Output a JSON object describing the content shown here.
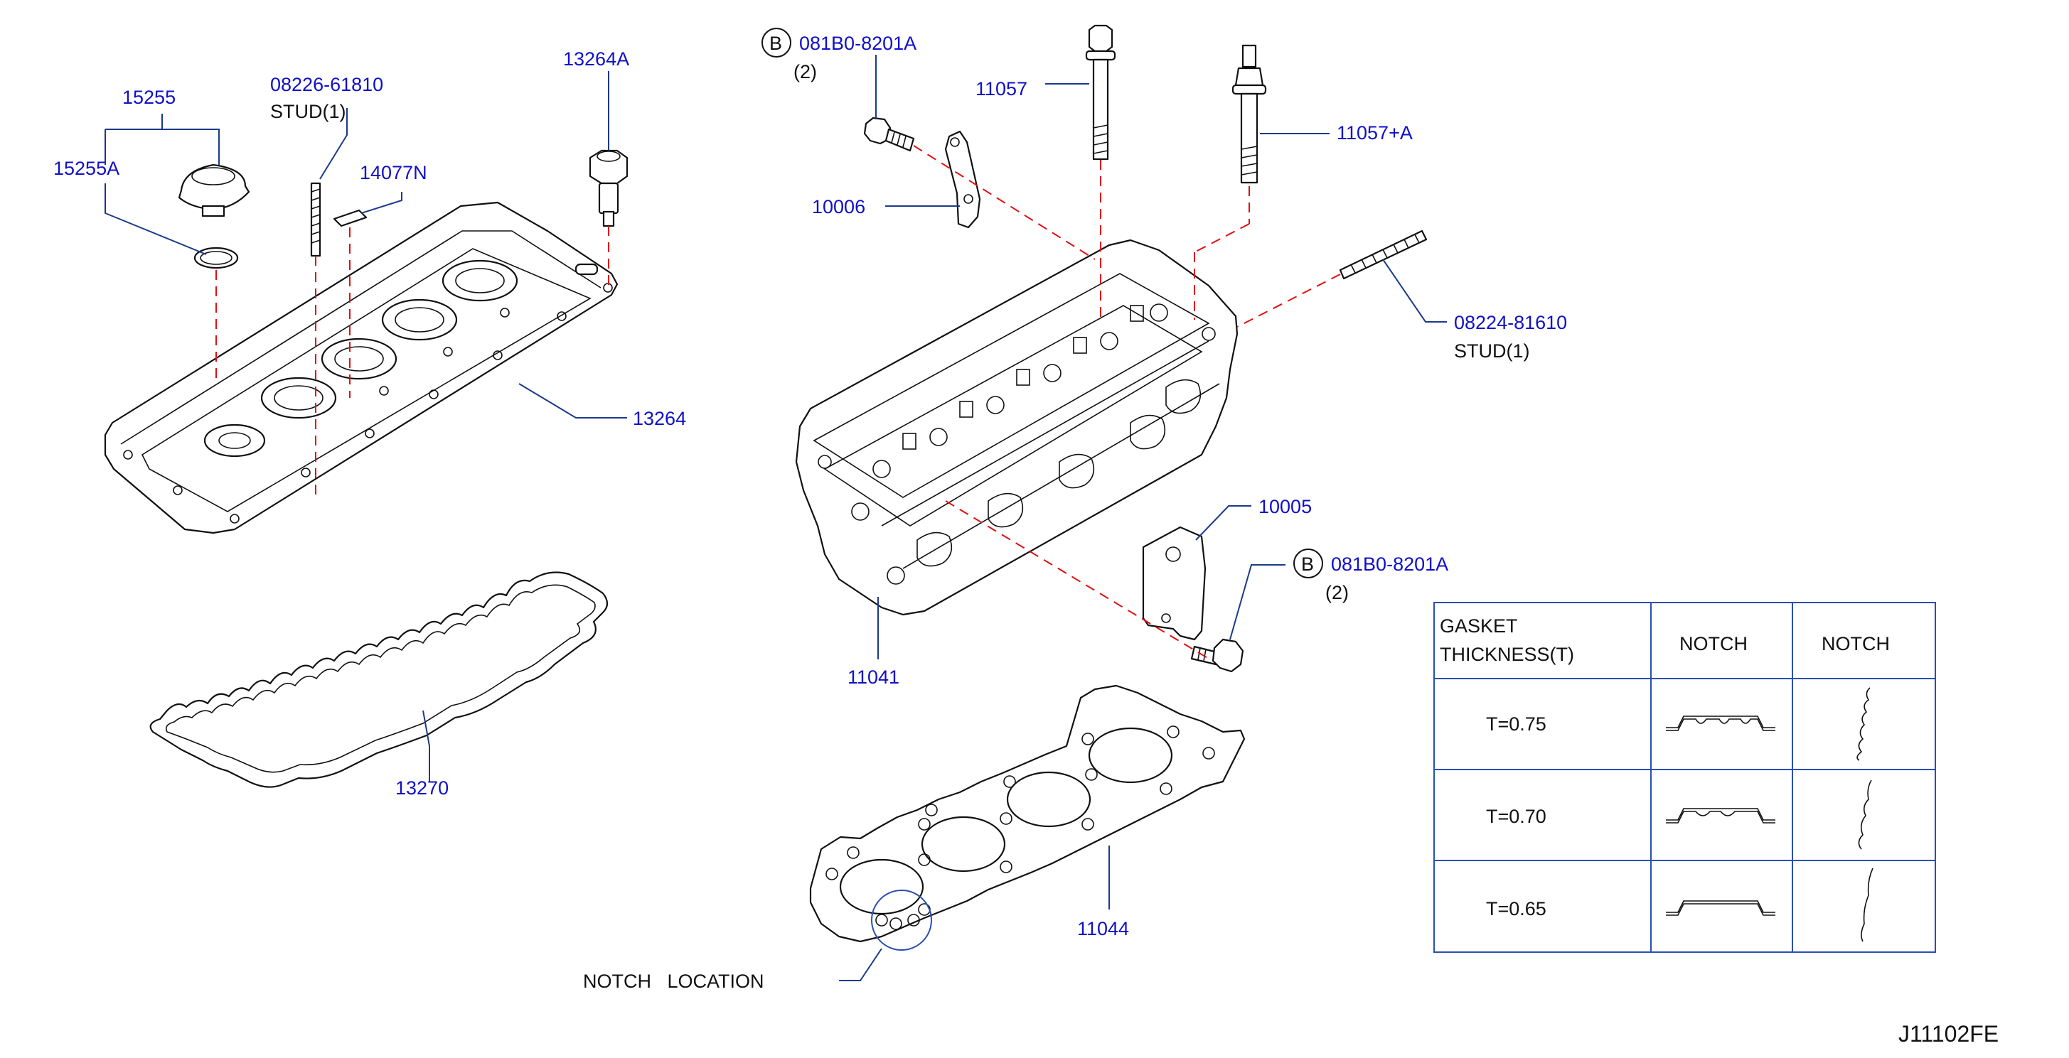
{
  "labels": {
    "p15255": "15255",
    "p15255A": "15255A",
    "p08226": "08226-61810",
    "stud1": "STUD(1)",
    "p14077N": "14077N",
    "p13264A": "13264A",
    "p13264": "13264",
    "p13270": "13270",
    "b_mark_1": "B",
    "p081B0_1": "081B0-8201A",
    "qty_1": "(2)",
    "p11057": "11057",
    "p11057A": "11057+A",
    "p10006": "10006",
    "p08224": "08224-81610",
    "stud2": "STUD(1)",
    "p10005": "10005",
    "b_mark_2": "B",
    "p081B0_2": "081B0-8201A",
    "qty_2": "(2)",
    "p11041": "11041",
    "p11044": "11044",
    "notch_location": "NOTCH   LOCATION",
    "diagram_id": "J11102FE"
  },
  "table": {
    "header_col1_line1": "GASKET",
    "header_col1_line2": "THICKNESS(T)",
    "header_col2": "NOTCH",
    "header_col3": "NOTCH",
    "rows": [
      {
        "thickness": "T=0.75"
      },
      {
        "thickness": "T=0.70"
      },
      {
        "thickness": "T=0.65"
      }
    ]
  },
  "colors": {
    "part_number": "#1010c8",
    "leader": "#1a3a8a",
    "dashed_alignment": "#e01010",
    "table_border": "#2a4fb0"
  }
}
